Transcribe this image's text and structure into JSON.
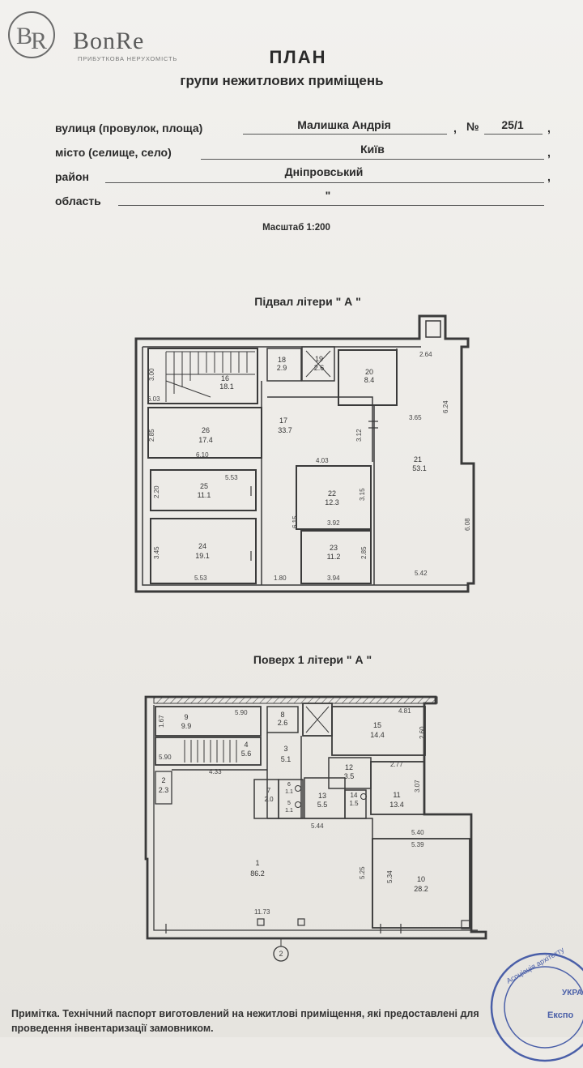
{
  "brand": {
    "name": "BonRe",
    "tagline": "ПРИБУТКОВА НЕРУХОМІСТЬ",
    "accent": "#8a8a8a"
  },
  "header": {
    "title": "ПЛАН",
    "subtitle": "групи нежитлових приміщень"
  },
  "form": {
    "street_label": "вулиця (провулок, площа)",
    "street_value": "Малишка Андрія",
    "number_label": "№",
    "number_value": "25/1",
    "city_label": "місто (селище, село)",
    "city_value": "Київ",
    "district_label": "район",
    "district_value": "Дніпровський",
    "region_label": "область",
    "region_value": "\""
  },
  "scale": "Масштаб 1:200",
  "basement": {
    "title": "Підвал літери \" А \"",
    "rooms": [
      {
        "id": "16",
        "area": "18.1"
      },
      {
        "id": "18",
        "area": "2.9"
      },
      {
        "id": "19",
        "area": "2.6"
      },
      {
        "id": "20",
        "area": "8.4"
      },
      {
        "id": "26",
        "area": "17.4"
      },
      {
        "id": "17",
        "area": "33.7"
      },
      {
        "id": "21",
        "area": "53.1"
      },
      {
        "id": "25",
        "area": "11.1"
      },
      {
        "id": "22",
        "area": "12.3"
      },
      {
        "id": "24",
        "area": "19.1"
      },
      {
        "id": "23",
        "area": "11.2"
      }
    ],
    "dimensions": [
      "3.00",
      "6.03",
      "2.64",
      "6.24",
      "2.85",
      "6.10",
      "3.65",
      "3.12",
      "4.03",
      "5.53",
      "2.20",
      "3.15",
      "6.08",
      "3.92",
      "6.15",
      "3.45",
      "2.85",
      "5.53",
      "1.80",
      "3.94",
      "5.42"
    ]
  },
  "floor1": {
    "title": "Поверх 1 літери \" А \"",
    "rooms": [
      {
        "id": "9",
        "area": "9.9"
      },
      {
        "id": "8",
        "area": "2.6"
      },
      {
        "id": "15",
        "area": "14.4"
      },
      {
        "id": "4",
        "area": "5.6"
      },
      {
        "id": "3",
        "area": "5.1"
      },
      {
        "id": "12",
        "area": "3.5"
      },
      {
        "id": "2",
        "area": "2.3"
      },
      {
        "id": "7",
        "area": "2.0"
      },
      {
        "id": "6",
        "area": "1.1"
      },
      {
        "id": "5",
        "area": "1.1"
      },
      {
        "id": "13",
        "area": "5.5"
      },
      {
        "id": "14",
        "area": "1.5"
      },
      {
        "id": "11",
        "area": "13.4"
      },
      {
        "id": "1",
        "area": "86.2"
      },
      {
        "id": "10",
        "area": "28.2"
      }
    ],
    "dimensions": [
      "5.90",
      "4.81",
      "1.67",
      "2.60",
      "5.90",
      "4.33",
      "2.77",
      "3.07",
      "5.44",
      "5.40",
      "5.39",
      "5.34",
      "5.25",
      "11.73"
    ],
    "axis_marker": "2"
  },
  "note": {
    "text": "Примітка. Технічний паспорт виготовлений на нежитлові приміщення, які предоставлені для проведення інвентаризації замовником."
  },
  "stamp": {
    "text_top": "Асоціація архітекту",
    "text_side": "Експо",
    "text_right": "УКРА",
    "color": "#4a5fa8"
  }
}
